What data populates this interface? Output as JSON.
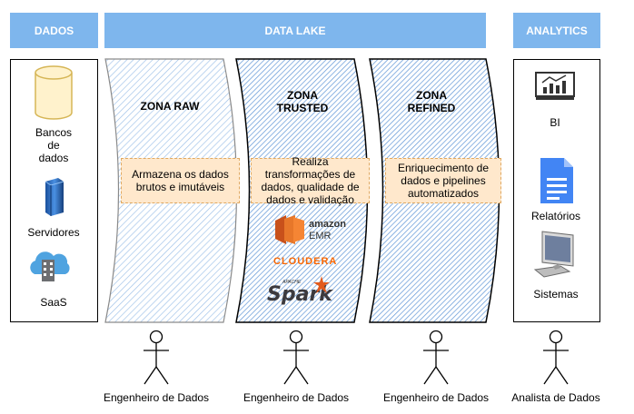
{
  "headers": {
    "dados": "DADOS",
    "data_lake": "DATA LAKE",
    "analytics": "ANALYTICS"
  },
  "sources": [
    {
      "label": "Bancos\nde\ndados",
      "icon": "database-icon"
    },
    {
      "label": "Servidores",
      "icon": "server-icon"
    },
    {
      "label": "SaaS",
      "icon": "cloud-building-icon"
    }
  ],
  "zones": [
    {
      "title": "ZONA RAW",
      "note": "Armazena os dados brutos e imutáveis"
    },
    {
      "title": "ZONA\nTRUSTED",
      "note": "Realiza transformações de dados, qualidade de dados e validação"
    },
    {
      "title": "ZONA\nREFINED",
      "note": "Enriquecimento de dados e pipelines automatizados"
    }
  ],
  "logos": {
    "emr_line1": "amazon",
    "emr_line2": "EMR",
    "cloudera": "CLOUDERA",
    "spark_small": "APACHE",
    "spark": "Spark"
  },
  "analytics": [
    {
      "label": "BI",
      "icon": "bi-monitor-icon"
    },
    {
      "label": "Relatórios",
      "icon": "document-icon"
    },
    {
      "label": "Sistemas",
      "icon": "computer-icon"
    }
  ],
  "actors": [
    "Engenheiro de Dados",
    "Engenheiro de Dados",
    "Engenheiro de Dados",
    "Analista de Dados"
  ],
  "colors": {
    "header": "#7eb6ed",
    "hatch": "#7aa9dc",
    "note_fill": "#ffe8cc",
    "aws_orange": "#f58534",
    "cloudera_orange": "#f96702"
  }
}
